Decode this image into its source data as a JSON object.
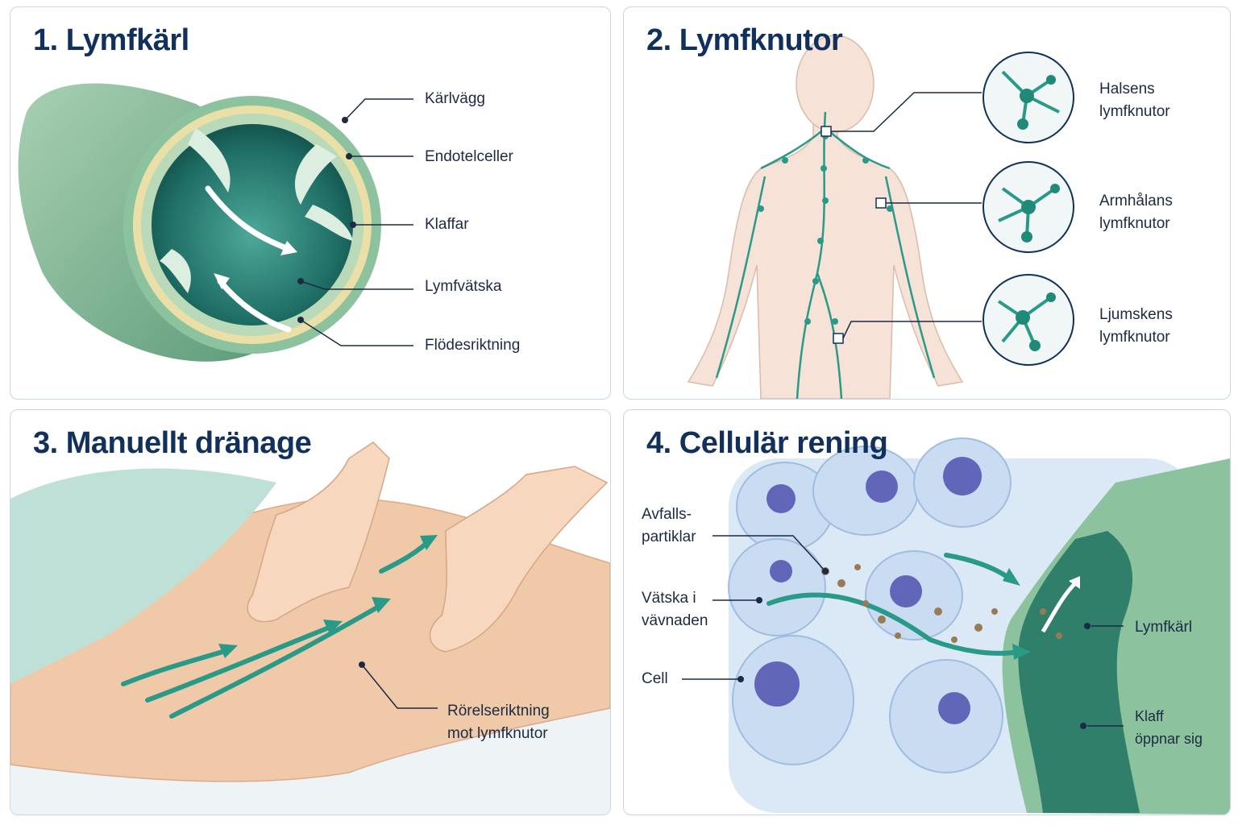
{
  "panels": [
    {
      "title": "1. Lymfkärl",
      "labels": [
        "Kärlvägg",
        "Endotelceller",
        "Klaffar",
        "Lymfvätska",
        "Flödesriktning"
      ]
    },
    {
      "title": "2. Lymfknutor",
      "nodes": [
        {
          "line1": "Halsens",
          "line2": "lymfknutor"
        },
        {
          "line1": "Armhålans",
          "line2": "lymfknutor"
        },
        {
          "line1": "Ljumskens",
          "line2": "lymfknutor"
        }
      ]
    },
    {
      "title": "3. Manuellt dränage",
      "label": {
        "line1": "Rörelseriktning",
        "line2": "mot lymfknutor"
      }
    },
    {
      "title": "4. Cellulär rening",
      "left_labels": [
        {
          "line1": "Avfalls-",
          "line2": "partiklar"
        },
        {
          "line1": "Vätska i",
          "line2": "vävnaden"
        },
        {
          "line1": "Cell",
          "line2": ""
        }
      ],
      "right_labels": [
        {
          "line1": "Lymfkärl",
          "line2": ""
        },
        {
          "line1": "Klaff",
          "line2": "öppnar sig"
        }
      ]
    }
  ],
  "colors": {
    "title": "#12305c",
    "teal": "#2a9a88",
    "vessel_green": "#7fb894",
    "leader_line": "#1c2a44"
  }
}
